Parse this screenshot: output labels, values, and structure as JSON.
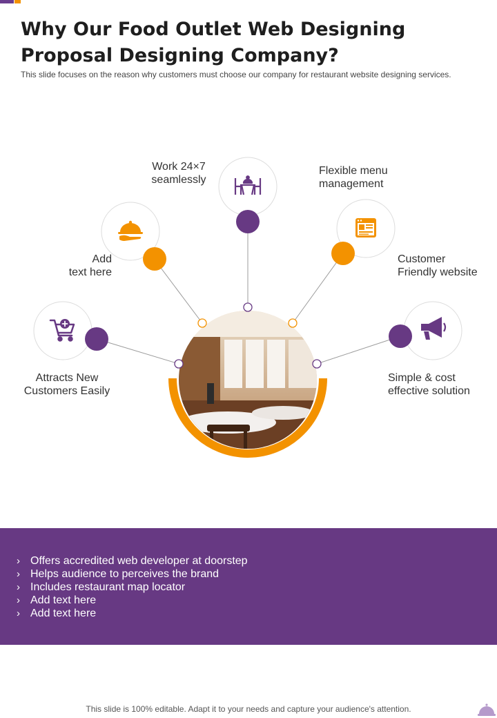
{
  "header": {
    "title": "Why Our Food Outlet Web Designing Proposal Designing Company?",
    "subtitle": "This slide focuses on the reason why customers must choose our company for restaurant website designing services."
  },
  "features": [
    {
      "label": "Attracts New\nCustomers Easily",
      "icon": "cart-plus-icon"
    },
    {
      "label": "Add\ntext here",
      "icon": "food-cloche-icon"
    },
    {
      "label": "Work 24×7\nseamlessly",
      "icon": "dining-table-icon"
    },
    {
      "label": "Flexible menu\nmanagement",
      "icon": "menu-browser-icon"
    },
    {
      "label": "Customer\nFriendly website",
      "icon": null
    },
    {
      "label": "Simple & cost\neffective solution",
      "icon": "megaphone-icon"
    }
  ],
  "bullets": [
    "Offers accredited web developer at doorstep",
    "Helps audience to perceives the brand",
    "Includes  restaurant map locator",
    "Add text here",
    "Add text here"
  ],
  "footer": "This slide is 100% editable. Adapt it to your needs and capture your audience's attention.",
  "colors": {
    "purple": "#673983",
    "orange": "#f39200"
  }
}
